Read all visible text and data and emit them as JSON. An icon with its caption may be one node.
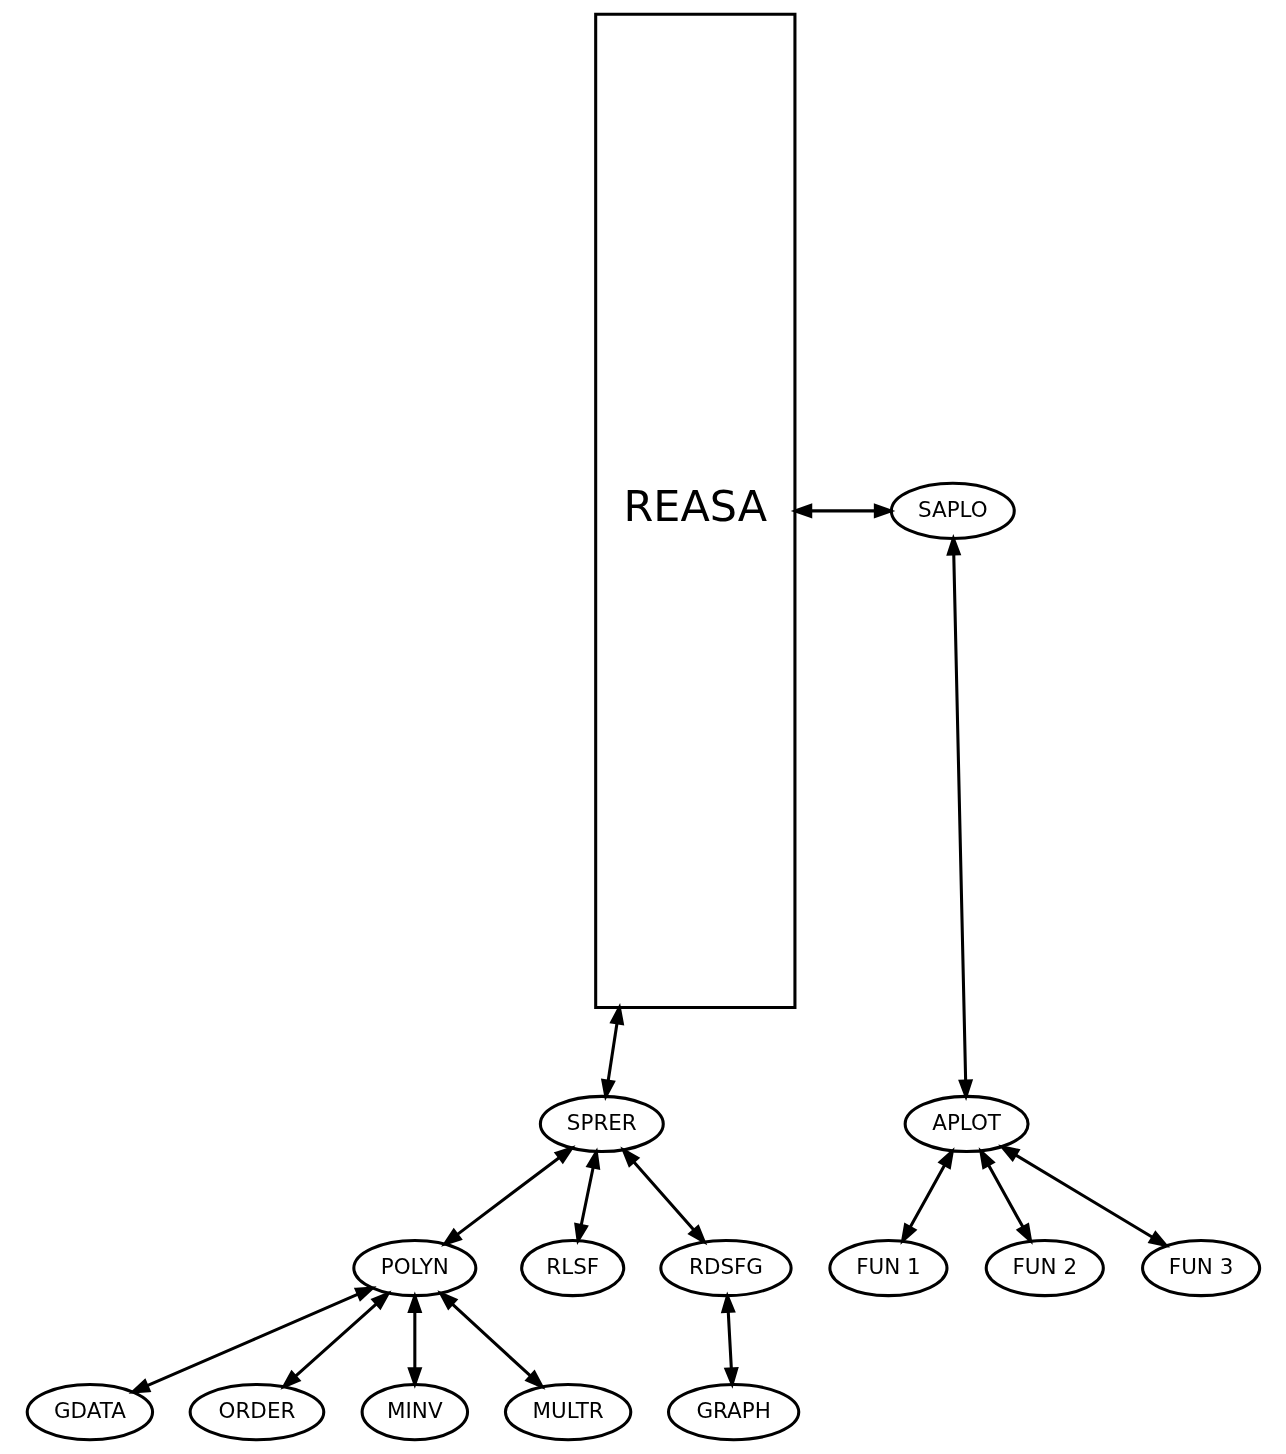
{
  "diagram": {
    "nodes": [
      {
        "text": [
          "REASA"
        ]
      },
      {
        "text": [
          "SAPLO"
        ]
      },
      {
        "text": [
          "APLOT"
        ]
      },
      {
        "text": [
          "FUN 1"
        ]
      },
      {
        "text": [
          "FUN 2"
        ]
      },
      {
        "text": [
          "FUN 3"
        ]
      },
      {
        "text": [
          "SPRER"
        ]
      },
      {
        "text": [
          "POLYN"
        ]
      },
      {
        "text": [
          "RLSF"
        ]
      },
      {
        "text": [
          "RDSFG"
        ]
      },
      {
        "text": [
          "GDATA"
        ]
      },
      {
        "text": [
          "ORDER"
        ]
      },
      {
        "text": [
          "MINV"
        ]
      },
      {
        "text": [
          "MULTR"
        ]
      },
      {
        "text": [
          "GRAPH"
        ]
      }
    ],
    "edges": [
      {
        "from": 0,
        "to": 1,
        "arrow": "both"
      },
      {
        "from": 1,
        "to": 2,
        "arrow": "both"
      },
      {
        "from": 2,
        "to": 3,
        "arrow": "both"
      },
      {
        "from": 2,
        "to": 4,
        "arrow": "both"
      },
      {
        "from": 2,
        "to": 5,
        "arrow": "both"
      },
      {
        "from": 0,
        "to": 6,
        "arrow": "both"
      },
      {
        "from": 6,
        "to": 7,
        "arrow": "both"
      },
      {
        "from": 6,
        "to": 8,
        "arrow": "both"
      },
      {
        "from": 6,
        "to": 9,
        "arrow": "both"
      },
      {
        "from": 7,
        "to": 10,
        "arrow": "both"
      },
      {
        "from": 7,
        "to": 11,
        "arrow": "both"
      },
      {
        "from": 7,
        "to": 12,
        "arrow": "both"
      },
      {
        "from": 7,
        "to": 13,
        "arrow": "both"
      },
      {
        "from": 9,
        "to": 14,
        "arrow": "both"
      }
    ]
  }
}
